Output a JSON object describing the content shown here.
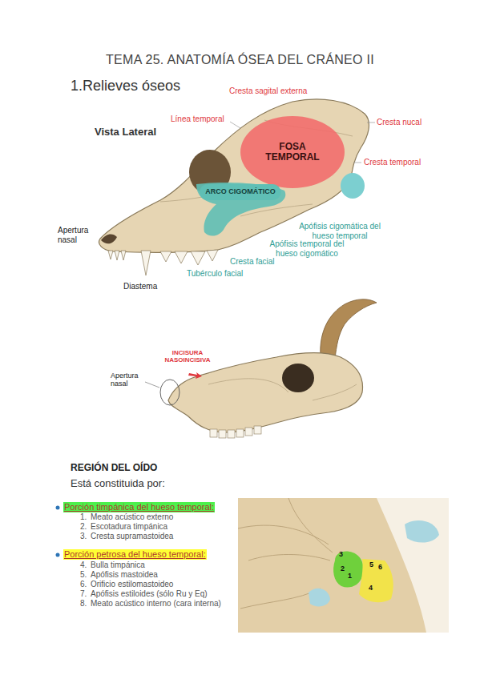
{
  "diagram": {
    "title": "TEMA 25. ANATOMÍA ÓSEA DEL CRÁNEO II",
    "nodes": [
      {
        "text": [
          "FOSA TEMPORAL"
        ]
      },
      {
        "text": [
          "ARCO CIGOMÁTICO"
        ]
      }
    ],
    "labels": [
      "1.Relieves óseos",
      "Vista Lateral",
      "Cresta sagital externa",
      "Línea temporal",
      "Cresta nucal",
      "Cresta temporal",
      "Apófisis cigomática del hueso temporal",
      "Apófisis temporal del hueso cigomático",
      "Cresta facial",
      "Tubérculo facial",
      "Apertura nasal",
      "Diastema",
      "INCISURA NASOINCISIVA",
      "Apertura nasal",
      "REGIÓN DEL OÍDO",
      "Está constituida por:",
      "Porción timpánica del hueso temporal:",
      "1.",
      "Meato acústico externo",
      "2.",
      "Escotadura timpánica",
      "3.",
      "Cresta supramastoidea",
      "Porción petrosa del hueso temporal:",
      "4.",
      "Bulla timpánica",
      "5.",
      "Apófisis mastoidea",
      "6.",
      "Orificio estilomastoideo",
      "7.",
      "Apófisis estiloides (sólo Ru y Eq)",
      "8.",
      "Meato acústico interno (cara interna)",
      "3",
      "2",
      "1",
      "5",
      "6",
      "4"
    ]
  }
}
